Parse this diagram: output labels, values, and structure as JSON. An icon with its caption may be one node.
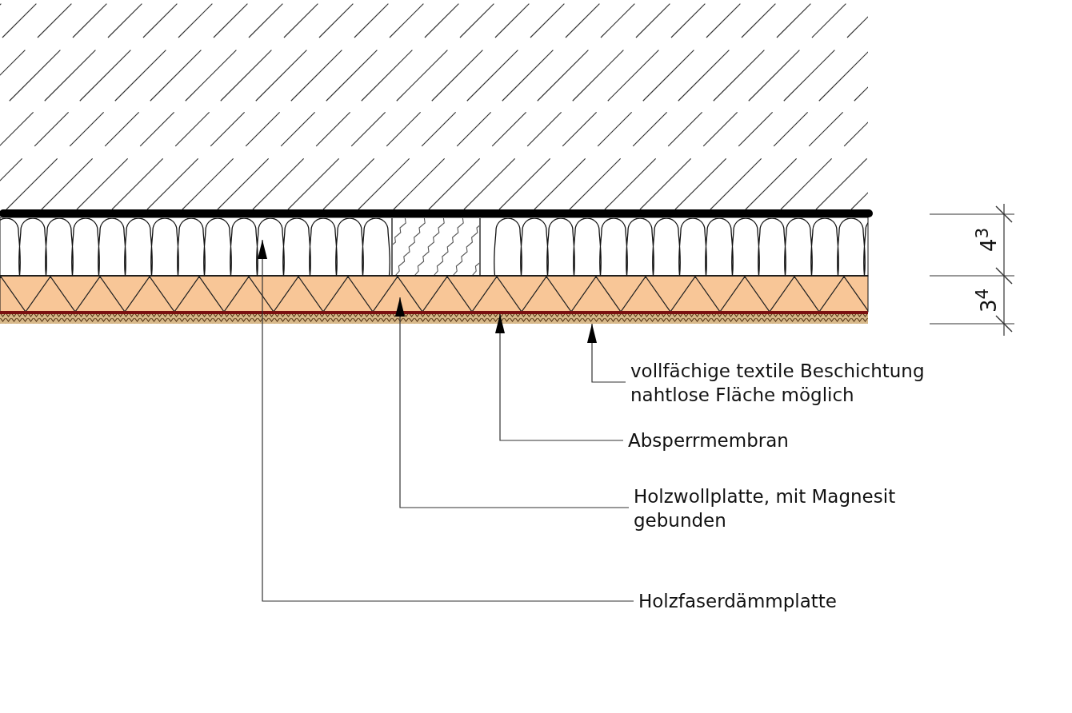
{
  "diagram": {
    "nodes": [
      {
        "text": [],
        "shape": "box"
      },
      {
        "text": [],
        "shape": "box"
      },
      {
        "text": [],
        "shape": "bar"
      },
      {
        "text": [],
        "shape": "bar"
      },
      {
        "text": [
          "vollfächige textile Beschichtung nahtlose Fläche möglich"
        ]
      },
      {
        "text": [
          "Absperrmembran"
        ]
      },
      {
        "text": [
          "Holzwollplatte, mit Magnesit gebunden"
        ]
      },
      {
        "text": [
          "Holzfaserdämmplatte"
        ]
      }
    ],
    "edges": [
      {
        "from": 4,
        "to": 3,
        "arrow": "to"
      },
      {
        "from": 5,
        "to": 2,
        "arrow": "to"
      },
      {
        "from": 6,
        "to": 1,
        "arrow": "to"
      },
      {
        "from": 7,
        "to": 0,
        "arrow": "to"
      }
    ],
    "labels": [
      "4$^{3}$",
      "3$^{4}$"
    ]
  }
}
